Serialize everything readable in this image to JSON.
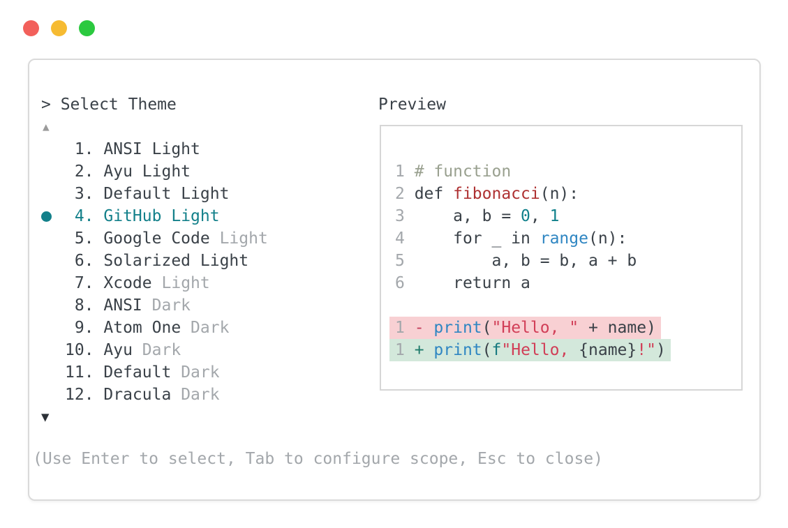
{
  "window": {
    "controls": [
      {
        "name": "close",
        "color": "#f2605b"
      },
      {
        "name": "minimize",
        "color": "#f6bb32"
      },
      {
        "name": "zoom",
        "color": "#2bc93f"
      }
    ]
  },
  "colors": {
    "fg": "#3a4148",
    "muted": "#a3a7ab",
    "lineno": "#a3a7ab",
    "comment": "#99a08f",
    "func": "#ae3132",
    "num": "#10808b",
    "blue": "#2f86c2",
    "str": "#d13e57",
    "fstr": "#15797f",
    "minus": "#c43f5c",
    "plus": "#1e7a6a",
    "select": "#13808a",
    "diff_removed_bg": "#f8d0d3",
    "diff_added_bg": "#d3e8db"
  },
  "picker": {
    "title": "> Select Theme",
    "scroll_up": "▲",
    "scroll_down": "▼",
    "items": [
      {
        "number": "1.",
        "name": "ANSI",
        "variant": "Light",
        "variant_muted": false,
        "selected": false
      },
      {
        "number": "2.",
        "name": "Ayu",
        "variant": "Light",
        "variant_muted": false,
        "selected": false
      },
      {
        "number": "3.",
        "name": "Default",
        "variant": "Light",
        "variant_muted": false,
        "selected": false
      },
      {
        "number": "4.",
        "name": "GitHub",
        "variant": "Light",
        "variant_muted": false,
        "selected": true
      },
      {
        "number": "5.",
        "name": "Google Code",
        "variant": "Light",
        "variant_muted": true,
        "selected": false
      },
      {
        "number": "6.",
        "name": "Solarized",
        "variant": "Light",
        "variant_muted": false,
        "selected": false
      },
      {
        "number": "7.",
        "name": "Xcode",
        "variant": "Light",
        "variant_muted": true,
        "selected": false
      },
      {
        "number": "8.",
        "name": "ANSI",
        "variant": "Dark",
        "variant_muted": true,
        "selected": false
      },
      {
        "number": "9.",
        "name": "Atom One",
        "variant": "Dark",
        "variant_muted": true,
        "selected": false
      },
      {
        "number": "10.",
        "name": "Ayu",
        "variant": "Dark",
        "variant_muted": true,
        "selected": false
      },
      {
        "number": "11.",
        "name": "Default",
        "variant": "Dark",
        "variant_muted": true,
        "selected": false
      },
      {
        "number": "12.",
        "name": "Dracula",
        "variant": "Dark",
        "variant_muted": true,
        "selected": false
      }
    ],
    "footer": "(Use Enter to select, Tab to configure scope, Esc to close)"
  },
  "preview": {
    "label": "Preview",
    "code_lines": [
      {
        "tokens": [
          {
            "t": "1 ",
            "c": "lineno"
          },
          {
            "t": "# function",
            "c": "comment"
          }
        ]
      },
      {
        "tokens": [
          {
            "t": "2 ",
            "c": "lineno"
          },
          {
            "t": "def ",
            "c": "fg"
          },
          {
            "t": "fibonacci",
            "c": "func"
          },
          {
            "t": "(n):",
            "c": "fg"
          }
        ]
      },
      {
        "tokens": [
          {
            "t": "3 ",
            "c": "lineno"
          },
          {
            "t": "    a, b = ",
            "c": "fg"
          },
          {
            "t": "0",
            "c": "num"
          },
          {
            "t": ", ",
            "c": "fg"
          },
          {
            "t": "1",
            "c": "num"
          }
        ]
      },
      {
        "tokens": [
          {
            "t": "4 ",
            "c": "lineno"
          },
          {
            "t": "    for _ in ",
            "c": "fg"
          },
          {
            "t": "range",
            "c": "blue"
          },
          {
            "t": "(n):",
            "c": "fg"
          }
        ]
      },
      {
        "tokens": [
          {
            "t": "5 ",
            "c": "lineno"
          },
          {
            "t": "        a, b = b, a + b",
            "c": "fg"
          }
        ]
      },
      {
        "tokens": [
          {
            "t": "6 ",
            "c": "lineno"
          },
          {
            "t": "    return a",
            "c": "fg"
          }
        ]
      }
    ],
    "diff_lines": [
      {
        "kind": "removed",
        "bg": "#f8d0d3",
        "tokens": [
          {
            "t": "1 ",
            "c": "lineno"
          },
          {
            "t": "- ",
            "c": "minus"
          },
          {
            "t": "print",
            "c": "blue"
          },
          {
            "t": "(",
            "c": "fg"
          },
          {
            "t": "\"Hello, \"",
            "c": "str"
          },
          {
            "t": " + name)",
            "c": "fg"
          }
        ]
      },
      {
        "kind": "added",
        "bg": "#d3e8db",
        "tokens": [
          {
            "t": "1 ",
            "c": "lineno"
          },
          {
            "t": "+ ",
            "c": "plus"
          },
          {
            "t": "print",
            "c": "blue"
          },
          {
            "t": "(",
            "c": "fg"
          },
          {
            "t": "f",
            "c": "fstr"
          },
          {
            "t": "\"Hello, ",
            "c": "str"
          },
          {
            "t": "{name}",
            "c": "fg"
          },
          {
            "t": "!\"",
            "c": "str"
          },
          {
            "t": ")",
            "c": "fg"
          }
        ]
      }
    ]
  }
}
